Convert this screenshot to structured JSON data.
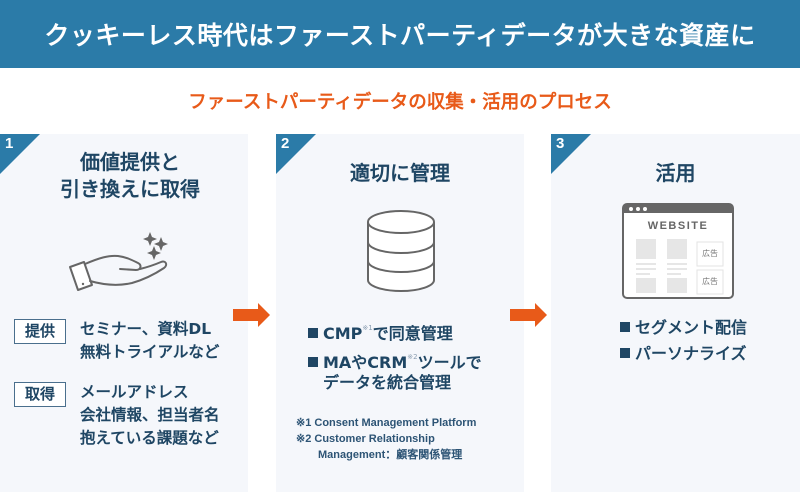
{
  "header": {
    "title": "クッキーレス時代はファーストパーティデータが大きな資産に",
    "background": "#2b7ba8"
  },
  "subtitle": "ファーストパーティデータの収集・活用のプロセス",
  "accent_color": "#e85a19",
  "steps": [
    {
      "number": "1",
      "title_lines": [
        "価値提供と",
        "引き換えに取得"
      ],
      "icon": "hand-sparkle-icon",
      "items": [
        {
          "label": "提供",
          "lines": [
            "セミナー、資料DL",
            "無料トライアルなど"
          ]
        },
        {
          "label": "取得",
          "lines": [
            "メールアドレス",
            "会社情報、担当者名",
            "抱えている課題など"
          ]
        }
      ]
    },
    {
      "number": "2",
      "title": "適切に管理",
      "icon": "database-icon",
      "bullets": [
        {
          "text_before": "CMP",
          "note": "※1",
          "text_after": "で同意管理"
        },
        {
          "text_before": "MAやCRM",
          "note": "※2",
          "text_after": "ツールで",
          "continuation": "データを統合管理"
        }
      ],
      "footnotes": [
        "※1 Consent Management Platform",
        "※2 Customer Relationship",
        "Management：顧客関係管理"
      ]
    },
    {
      "number": "3",
      "title": "活用",
      "icon": "website-icon",
      "website_label": "WEBSITE",
      "ad_label": "広告",
      "bullets": [
        "セグメント配信",
        "パーソナライズ"
      ]
    }
  ]
}
